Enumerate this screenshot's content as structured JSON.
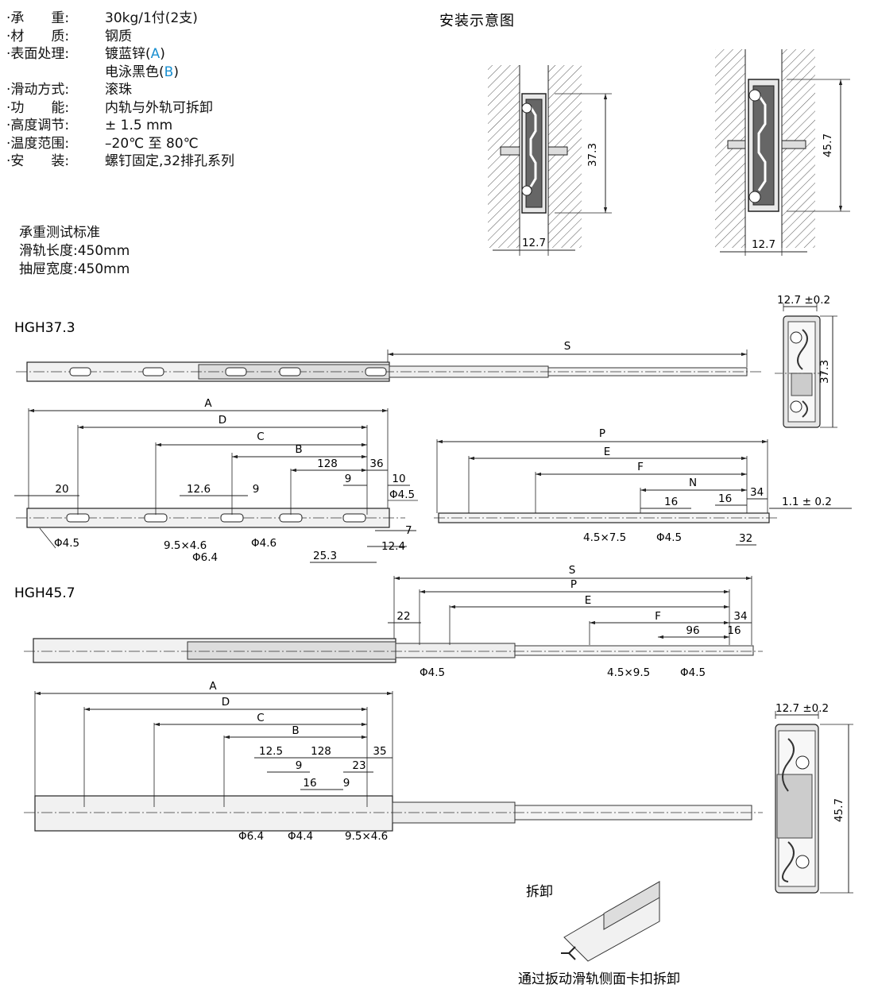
{
  "specs": {
    "load": {
      "label": "·承　　重:",
      "value": "30kg/1付(2支)"
    },
    "material": {
      "label": "·材　　质:",
      "value": "钢质"
    },
    "surface": {
      "label": "·表面处理:",
      "value_a_pre": "镀蓝锌(",
      "value_a_code": "A",
      "value_a_post": ")",
      "value_b_pre": "电泳黑色(",
      "value_b_code": "B",
      "value_b_post": ")"
    },
    "slide": {
      "label": "·滑动方式:",
      "value": "滚珠"
    },
    "function": {
      "label": "·功　　能:",
      "value": "内轨与外轨可拆卸"
    },
    "height": {
      "label": "·高度调节:",
      "value": "± 1.5 mm"
    },
    "temp": {
      "label": "·温度范围:",
      "value": "–20℃ 至 80℃"
    },
    "install": {
      "label": "·安　　装:",
      "value": "螺钉固定,32排孔系列"
    }
  },
  "standard": {
    "title": "承重测试标准",
    "rail_length": "滑轨长度:450mm",
    "drawer_width": "抽屉宽度:450mm"
  },
  "install_diagram": {
    "title": "安装示意图",
    "left": {
      "height": "37.3",
      "width": "12.7"
    },
    "right": {
      "height": "45.7",
      "width": "12.7"
    }
  },
  "hgh373": {
    "model": "HGH37.3",
    "section": {
      "width": "12.7 ±0.2",
      "height": "37.3"
    },
    "top_dims": {
      "S": "S"
    },
    "outer_dims": {
      "A": "A",
      "D": "D",
      "C": "C",
      "B": "B",
      "d128": "128",
      "d36": "36",
      "d20": "20",
      "d126": "12.6",
      "d9a": "9",
      "d9b": "9",
      "d10": "10",
      "phi45r": "Φ4.5",
      "phi45l": "Φ4.5",
      "slot": "9.5×4.6",
      "phi46": "Φ4.6",
      "phi64": "Φ6.4",
      "d7": "7",
      "d124": "12.4",
      "d253": "25.3"
    },
    "inner_dims": {
      "P": "P",
      "E": "E",
      "F": "F",
      "N": "N",
      "d34": "34",
      "d16a": "16",
      "d16b": "16",
      "d11": "1.1 ± 0.2",
      "slot": "4.5×7.5",
      "phi45": "Φ4.5",
      "d32": "32"
    }
  },
  "hgh457": {
    "model": "HGH45.7",
    "section": {
      "width": "12.7 ±0.2",
      "height": "45.7"
    },
    "top_dims": {
      "S": "S",
      "P": "P",
      "E": "E",
      "F": "F",
      "d22": "22",
      "d34": "34",
      "d96": "96",
      "d16": "16",
      "phi45a": "Φ4.5",
      "slot": "4.5×9.5",
      "phi45b": "Φ4.5"
    },
    "outer_dims": {
      "A": "A",
      "D": "D",
      "C": "C",
      "B": "B",
      "d125": "12.5",
      "d128": "128",
      "d35": "35",
      "d9a": "9",
      "d23": "23",
      "d16": "16",
      "d9b": "9",
      "phi64": "Φ6.4",
      "phi44": "Φ4.4",
      "slot": "9.5×4.6"
    }
  },
  "disassembly": {
    "title": "拆卸",
    "caption": "通过扳动滑轨侧面卡扣拆卸"
  }
}
